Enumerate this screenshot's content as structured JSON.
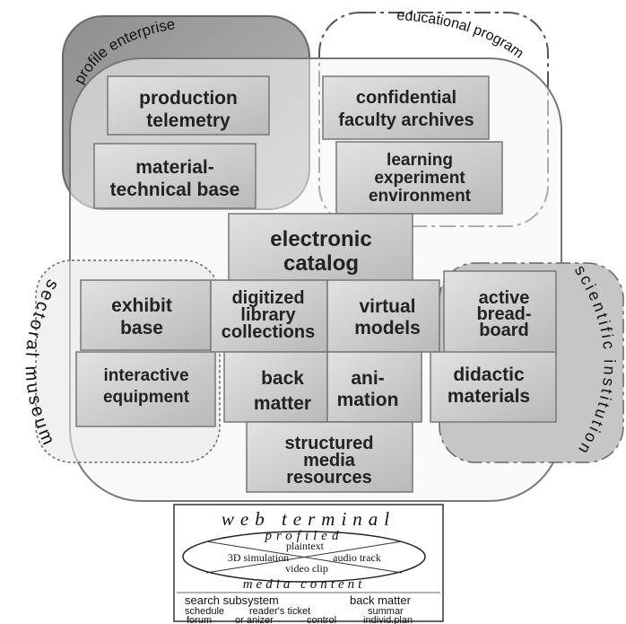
{
  "regions": {
    "profile_enterprise": "profile enterprise",
    "educational_program": "educational program",
    "sectoral_museum": "sectoral museum",
    "scientific_institution": "scientific institution"
  },
  "pieces": {
    "production_telemetry": [
      "production",
      "telemetry"
    ],
    "material_technical_base": [
      "material-",
      "technical base"
    ],
    "confidential_faculty_archives": [
      "confidential",
      "faculty archives"
    ],
    "learning_experiment_environment": [
      "learning",
      "experiment",
      "environment"
    ],
    "electronic_catalog": [
      "electronic",
      "catalog"
    ],
    "exhibit_base": [
      "exhibit",
      "base"
    ],
    "digitized_library_collections": [
      "digitized",
      "library",
      "collections"
    ],
    "virtual_models": [
      "virtual",
      "models"
    ],
    "active_breadboard": [
      "active",
      "bread-",
      "board"
    ],
    "interactive_equipment": [
      "interactive",
      "equipment"
    ],
    "back_matter": [
      "back",
      "matter"
    ],
    "animation": [
      "ani-",
      "mation"
    ],
    "didactic_materials": [
      "didactic",
      "materials"
    ],
    "structured_media_resources": [
      "structured",
      "media",
      "resources"
    ]
  },
  "terminal": {
    "title": "web terminal",
    "profiled": "profiled",
    "media_content": "media content",
    "plaintext": "plaintext",
    "simulation_3d": "3D simulation",
    "audio_track": "audio track",
    "video_clip": "video clip",
    "table": [
      [
        "search subsystem",
        "back matter"
      ],
      [
        "schedule",
        "reader's ticket",
        "summar"
      ],
      [
        "forum",
        "or anizer",
        "control",
        "individ.plan"
      ]
    ]
  }
}
